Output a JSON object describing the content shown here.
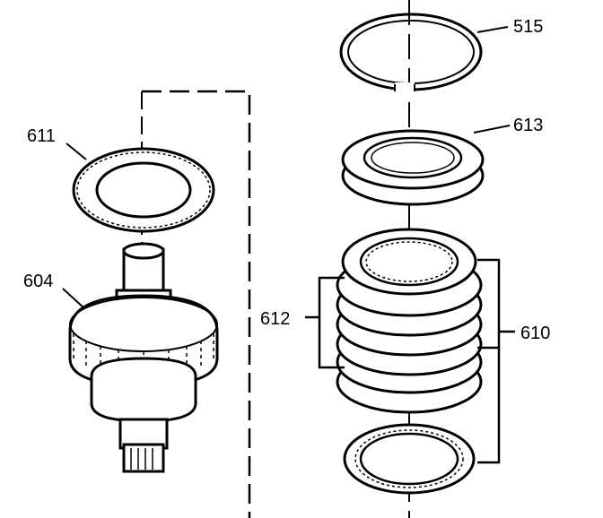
{
  "callouts": {
    "snap_ring": "515",
    "backing_plate": "613",
    "thrust_washer": "611",
    "shaft_gear": "604",
    "steel_plates": "612",
    "fiber_plates": "610"
  },
  "colors": {
    "ink": "#000000",
    "background": "#ffffff"
  }
}
